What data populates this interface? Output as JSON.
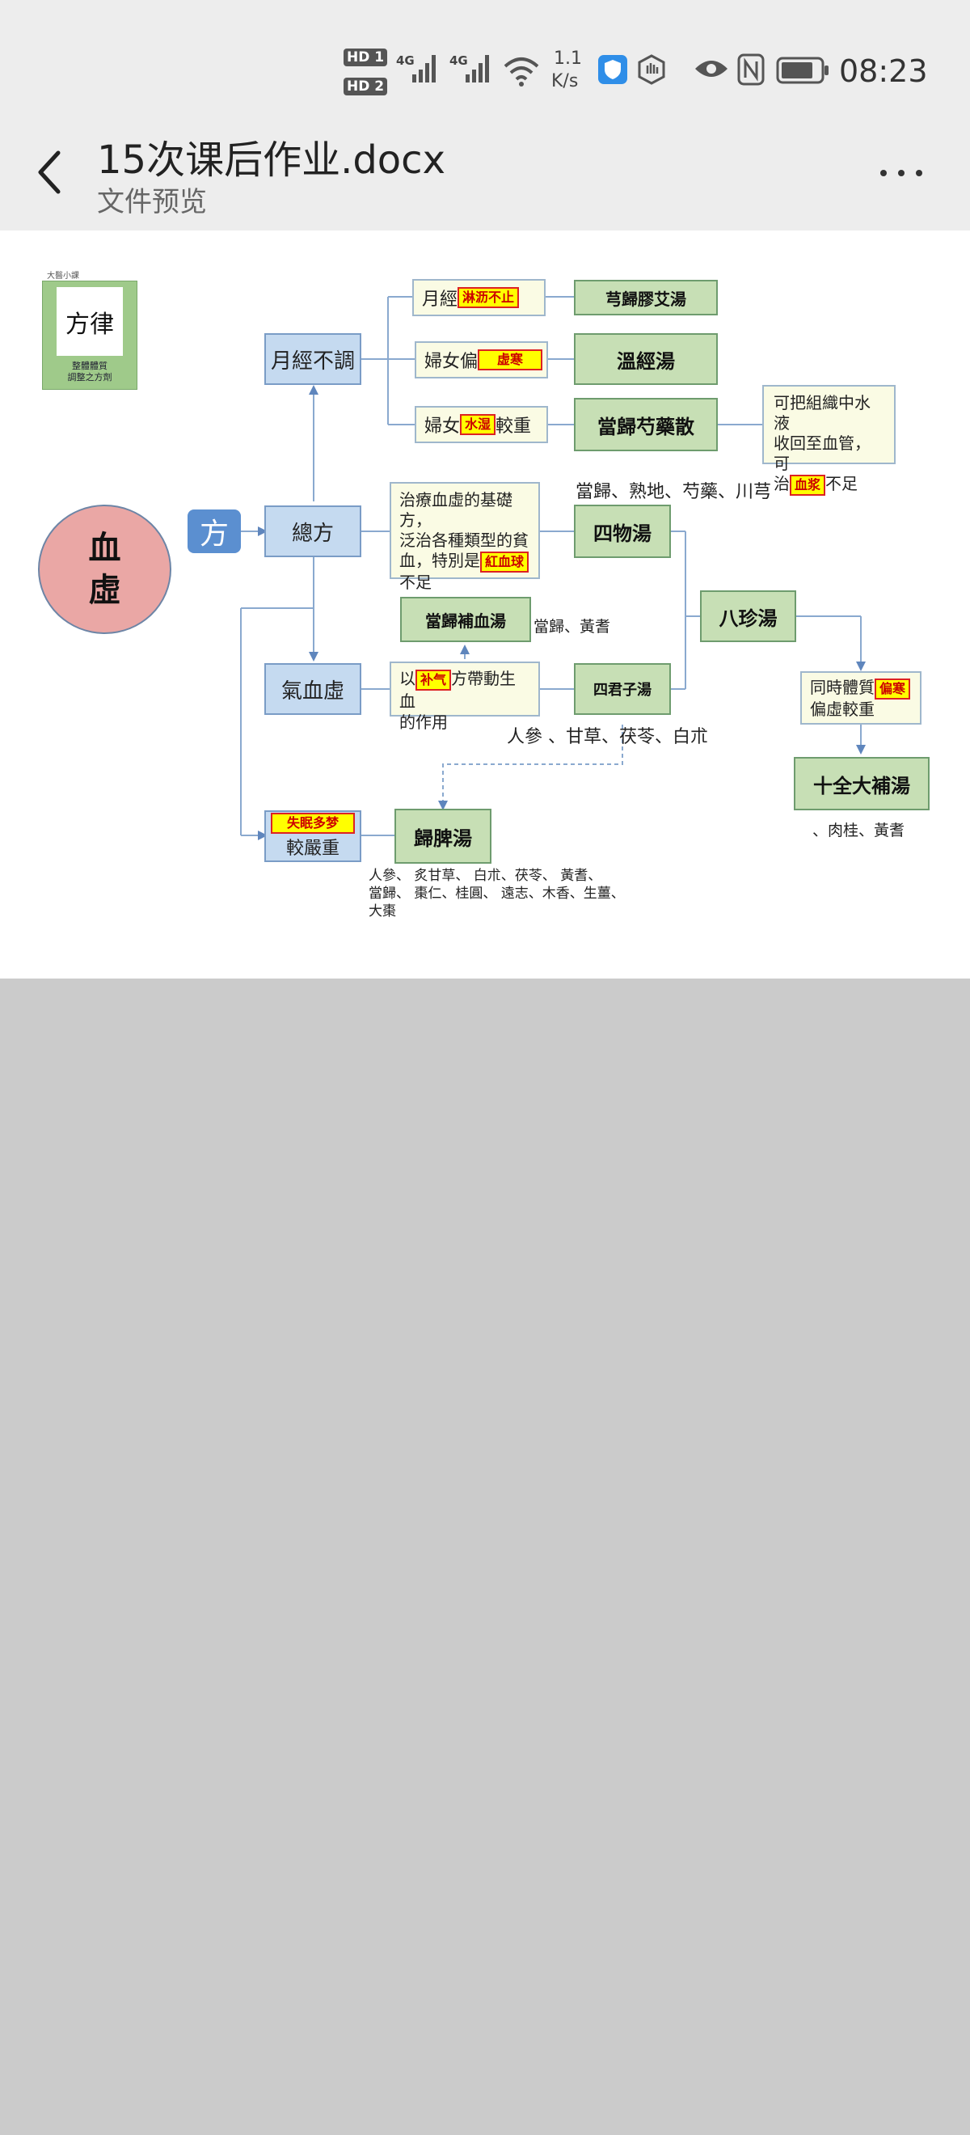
{
  "status_bar": {
    "hd1": "HD 1",
    "hd2": "HD 2",
    "net1": "4G",
    "net2": "4G",
    "speed_value": "1.1",
    "speed_unit": "K/s",
    "time": "08:23"
  },
  "app_bar": {
    "title": "15次课后作业.docx",
    "subtitle": "文件预览",
    "back_icon": "back-arrow-icon",
    "more_icon": "more-dots-icon"
  },
  "document": {
    "logo": {
      "top_label": "大醫小課",
      "glyph": "方律",
      "caption_line1": "整體體質",
      "caption_line2": "調整之方劑"
    },
    "center_node": {
      "line1": "血",
      "line2": "虛"
    },
    "fang_label": "方",
    "nodes": {
      "yuejing_butiao": "月經不調",
      "zongfang": "總方",
      "qixuexu": "氣血虛",
      "severe_text": "較嚴重",
      "severe_highlight": "失眠多梦"
    },
    "conditions": {
      "c1_prefix": "月經",
      "c1_highlight": "淋沥不止",
      "c2_prefix": "婦女偏",
      "c2_highlight": "虚寒",
      "c3_prefix": "婦女",
      "c3_highlight": "水湿",
      "c3_suffix": "較重",
      "desc_line1": "治療血虛的基礎方，",
      "desc_line2": "泛治各種類型的貧",
      "desc_line3_prefix": "血，特別是",
      "desc_highlight": "紅血球",
      "desc_line4": "不足",
      "buqi_prefix": "以",
      "buqi_highlight": "补气",
      "buqi_suffix": "方帶動生血",
      "buqi_line2": "的作用",
      "edema_line1": "可把組織中水液",
      "edema_line2": "收回至血管，可",
      "edema_prefix": "治",
      "edema_highlight": "血浆",
      "edema_suffix": "不足",
      "both_prefix": "同時體質",
      "both_highlight": "偏寒",
      "both_line2": "偏虛較重"
    },
    "formulas": {
      "xiongguijiaoai": "芎歸膠艾湯",
      "wenjing": "溫經湯",
      "dangguishaoyao": "當歸芍藥散",
      "siwu": "四物湯",
      "danggui_buxue": "當歸補血湯",
      "sijunzi": "四君子湯",
      "bazhen": "八珍湯",
      "shiquan_dabu": "十全大補湯",
      "guipi": "歸脾湯"
    },
    "ingredients": {
      "siwu": "當歸、熟地、芍藥、川芎",
      "danggui_buxue": "當歸、黃耆",
      "sijunzi": "人參 、甘草、茯苓、白朮",
      "shiquan": "、肉桂、黃耆",
      "guipi_line1": "人參、 炙甘草、 白朮、茯苓、 黃耆、",
      "guipi_line2": "當歸、 棗仁、桂圓、 遠志、木香、生薑、",
      "guipi_line3": "大棗"
    }
  }
}
